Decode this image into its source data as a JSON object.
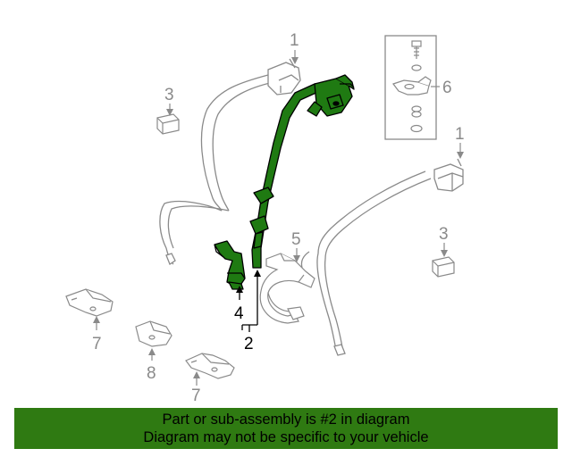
{
  "callouts": {
    "c1_top": "1",
    "c1_right": "1",
    "c2": "2",
    "c3_left": "3",
    "c3_right": "3",
    "c4": "4",
    "c5": "5",
    "c6": "6",
    "c7_left": "7",
    "c7_right": "7",
    "c8": "8"
  },
  "banner": {
    "line1": "Part or sub-assembly is #2 in diagram",
    "line2": "Diagram may not be specific to your vehicle"
  },
  "colors": {
    "highlight_part": "#1f7a12",
    "banner_background": "#2f7a12",
    "outline_grey": "#8a8a8a"
  }
}
